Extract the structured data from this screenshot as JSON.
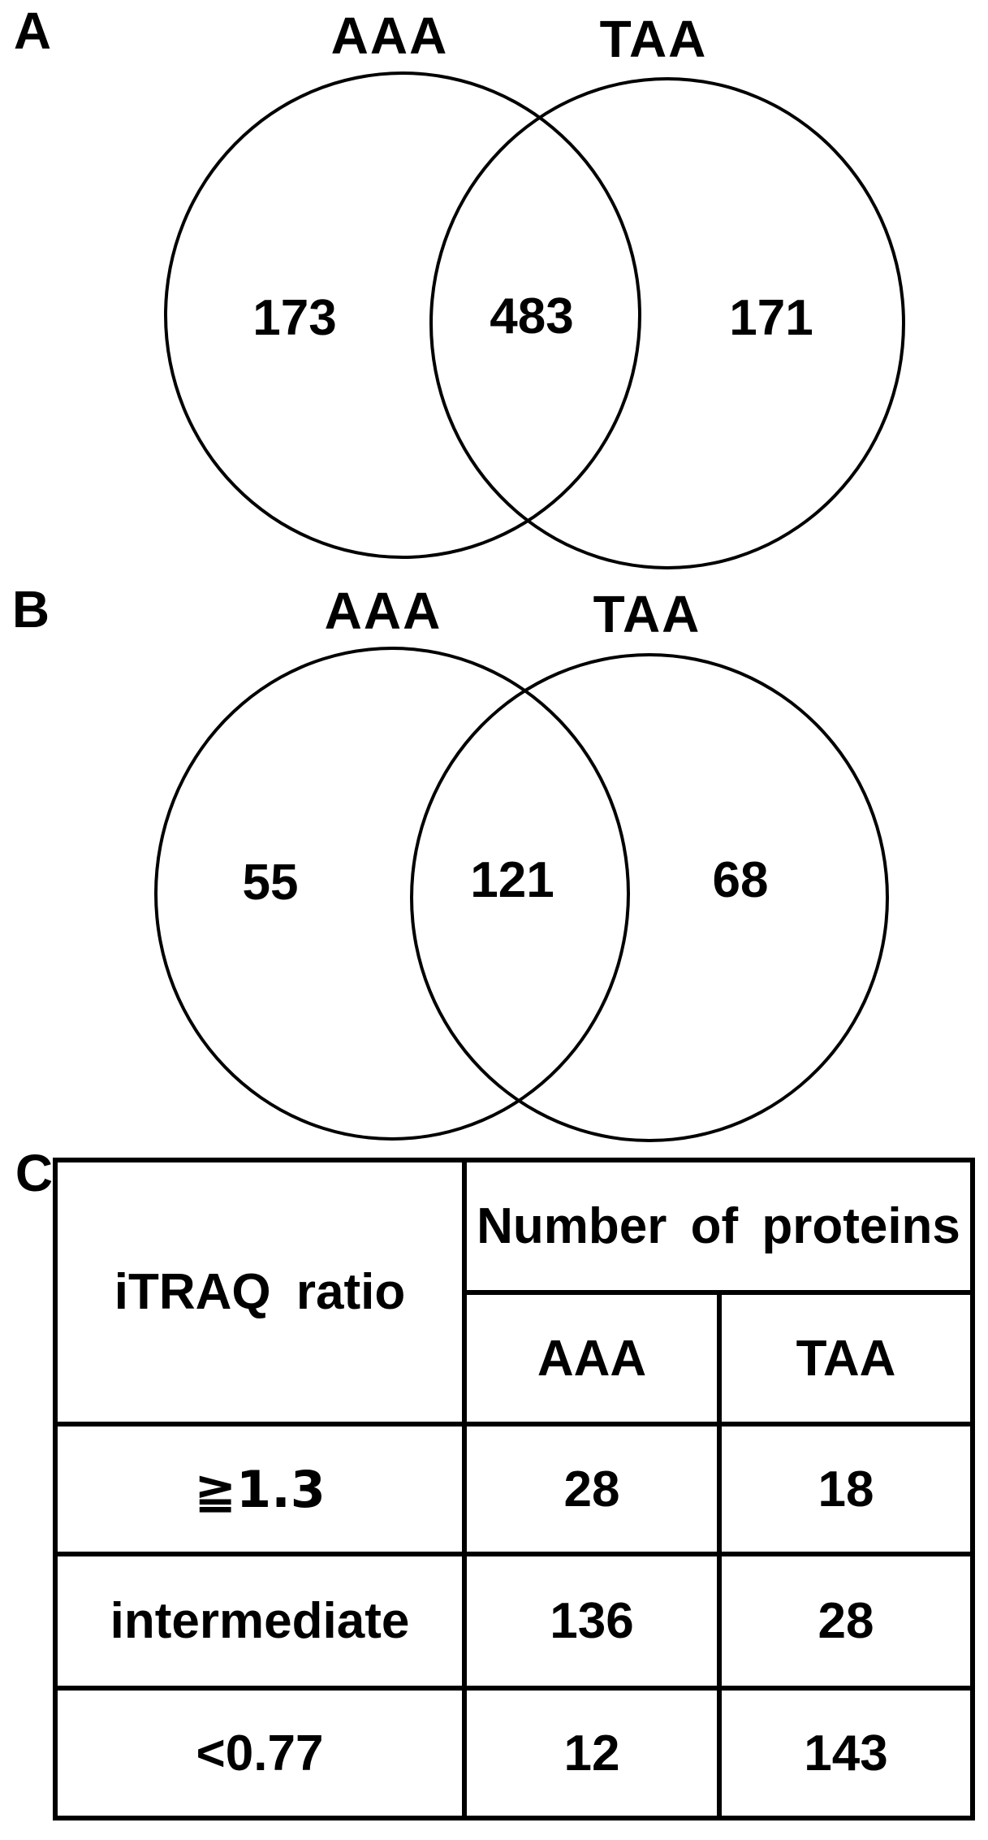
{
  "colors": {
    "background": "#ffffff",
    "ink": "#000000"
  },
  "panels": {
    "a": {
      "letter": "A",
      "left_set": "AAA",
      "right_set": "TAA",
      "left_only_count": "173",
      "overlap_count": "483",
      "right_only_count": "171"
    },
    "b": {
      "letter": "B",
      "left_set": "AAA",
      "right_set": "TAA",
      "left_only_count": "55",
      "overlap_count": "121",
      "right_only_count": "68"
    },
    "c": {
      "letter": "C",
      "table": {
        "row_header": "iTRAQ ratio",
        "col_group_header": "Number of proteins",
        "col_headers": {
          "aaa": "AAA",
          "taa": "TAA"
        },
        "rows": [
          {
            "label": "≧1.3",
            "aaa": "28",
            "taa": "18"
          },
          {
            "label": "intermediate",
            "aaa": "136",
            "taa": "28"
          },
          {
            "label": "<0.77",
            "aaa": "12",
            "taa": "143"
          }
        ]
      }
    }
  }
}
